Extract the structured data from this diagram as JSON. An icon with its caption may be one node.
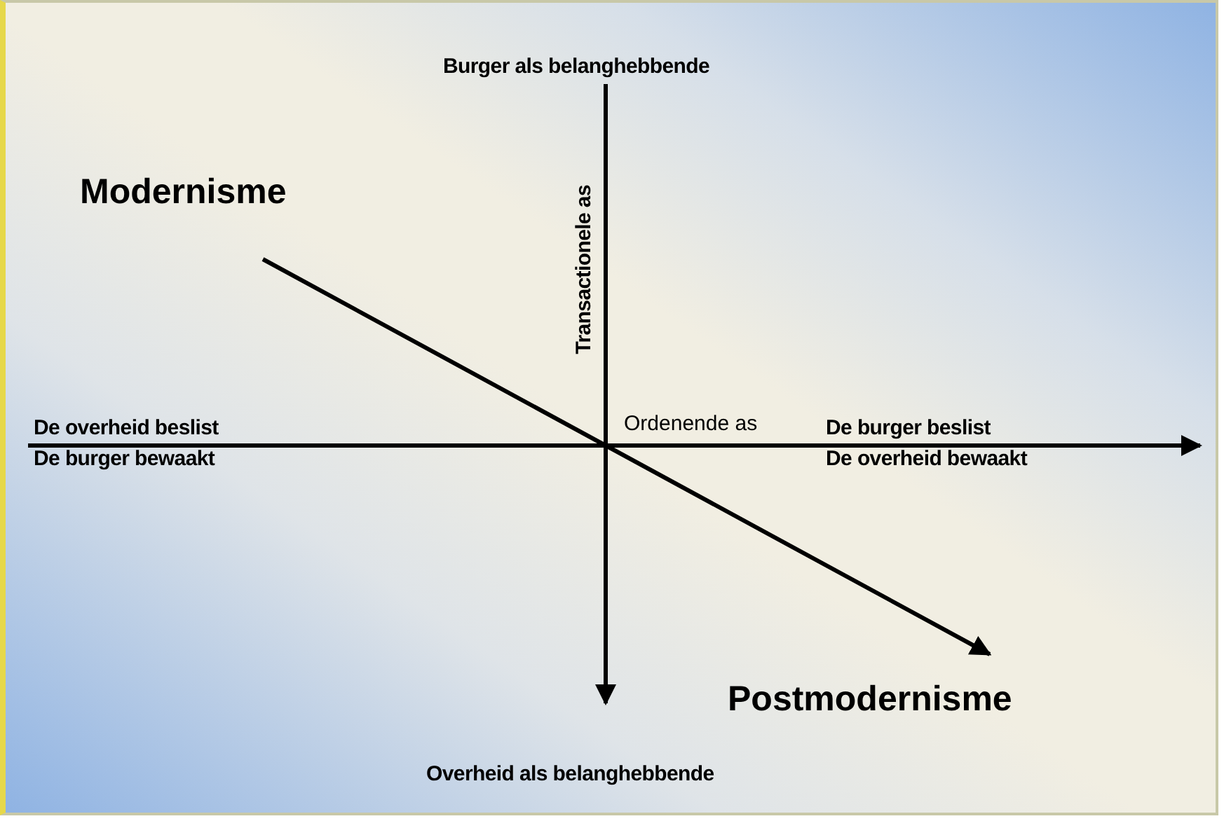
{
  "diagram": {
    "nodes": [
      {
        "text": [
          "Modernisme"
        ]
      },
      {
        "text": [
          "Postmodernisme"
        ]
      }
    ],
    "edges": [
      {
        "from": 0,
        "to": 1,
        "arrow": "to"
      }
    ],
    "labels": [
      "Burger als belanghebbende",
      "Transactionele as",
      "De overheid beslist",
      "Ordenende as",
      "De burger beslist",
      "De burger bewaakt",
      "De overheid bewaakt",
      "Overheid als belanghebbende"
    ]
  }
}
